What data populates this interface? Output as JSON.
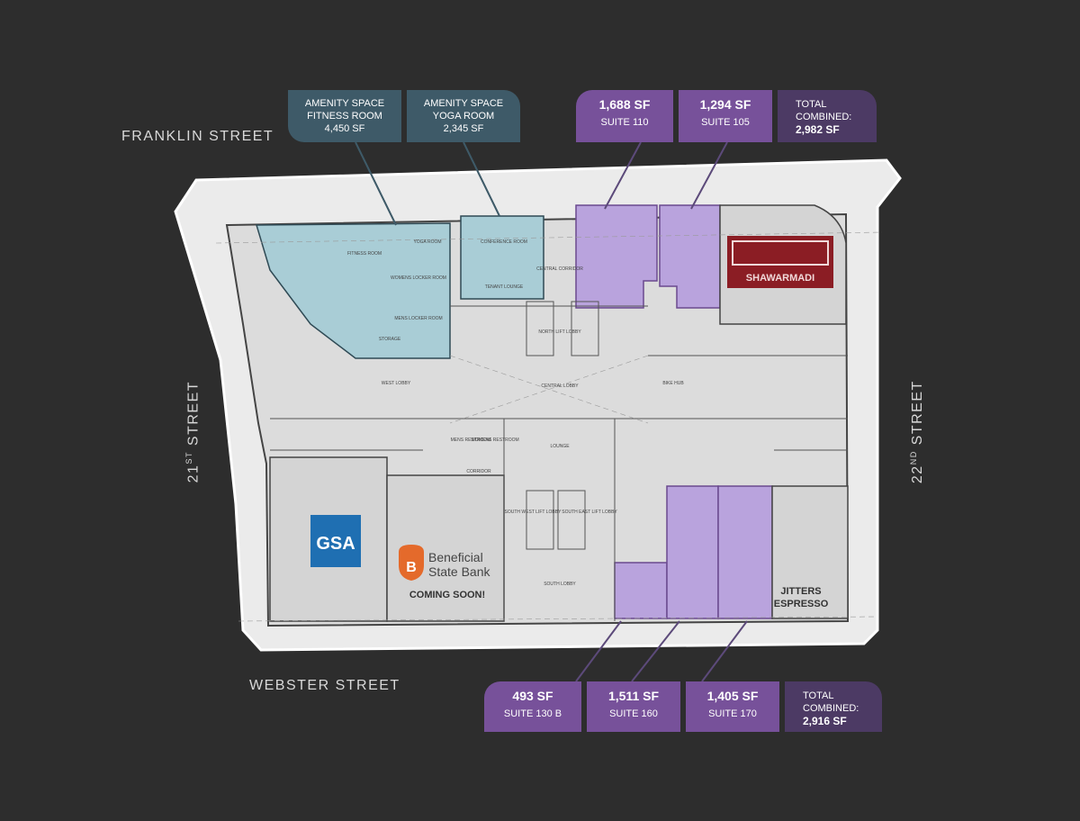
{
  "streets": {
    "north": "FRANKLIN STREET",
    "south": "WEBSTER STREET",
    "west": "21ST STREET",
    "west_main": "21",
    "west_sup": "ST",
    "west_rest": " STREET",
    "east_main": "22",
    "east_sup": "ND",
    "east_rest": " STREET"
  },
  "amenities": [
    {
      "line1": "AMENITY SPACE",
      "line2": "FITNESS ROOM",
      "area": "4,450 SF"
    },
    {
      "line1": "AMENITY SPACE",
      "line2": "YOGA ROOM",
      "area": "2,345 SF"
    }
  ],
  "top_suites": [
    {
      "sf": "1,688 SF",
      "name": "SUITE 110"
    },
    {
      "sf": "1,294 SF",
      "name": "SUITE 105"
    }
  ],
  "top_total": {
    "line1": "TOTAL",
    "line2": "COMBINED:",
    "value": "2,982 SF"
  },
  "bottom_suites": [
    {
      "sf": "493 SF",
      "name": "SUITE 130 B"
    },
    {
      "sf": "1,511 SF",
      "name": "SUITE 160"
    },
    {
      "sf": "1,405 SF",
      "name": "SUITE 170"
    }
  ],
  "bottom_total": {
    "line1": "TOTAL",
    "line2": "COMBINED:",
    "value": "2,916 SF"
  },
  "tenants": {
    "gsa": "GSA",
    "bank_line1": "Beneficial",
    "bank_line2": "State Bank",
    "bank_note": "COMING SOON!",
    "bank_initial": "B",
    "jitters_line1": "JITTERS",
    "jitters_line2": "ESPRESSO",
    "shawarma": "SHAWARMADI"
  },
  "rooms": {
    "central_lobby": "CENTRAL LOBBY",
    "west_lobby": "WEST LOBBY",
    "south_lobby": "SOUTH LOBBY",
    "north_lift": "NORTH LIFT LOBBY",
    "lounge": "LOUNGE",
    "bike_hub": "BIKE HUB",
    "central_corridor": "CENTRAL CORRIDOR",
    "corridor": "CORRIDOR",
    "tenant_lounge": "TENANT LOUNGE",
    "fitness_room": "FITNESS ROOM",
    "yoga_room": "YOGA ROOM",
    "conference_room": "CONFERENCE ROOM",
    "womens_locker": "WOMENS LOCKER ROOM",
    "mens_locker": "MENS LOCKER ROOM",
    "storage": "STORAGE",
    "sw_lift": "SOUTH WEST LIFT LOBBY",
    "se_lift": "SOUTH EAST LIFT LOBBY",
    "mens_restroom": "MENS RESTROOM",
    "womens_restroom": "WOMENS RESTROOM"
  },
  "colors": {
    "background": "#2d2d2d",
    "amenity": "#3e5a68",
    "amenity_fill": "#a9cdd6",
    "suite": "#77519a",
    "suite_fill": "#b9a3dd",
    "total": "#4c3a64",
    "gsa": "#1f6fb2",
    "shawarma": "#8b1d24",
    "bank": "#e46a2b"
  }
}
